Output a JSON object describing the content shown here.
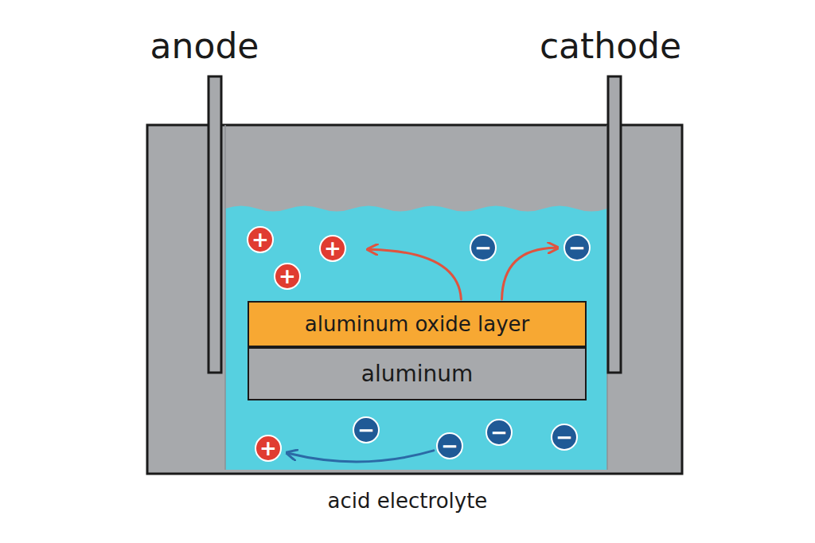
{
  "diagram": {
    "nodes": [
      {
        "text": [
          "+"
        ]
      },
      {
        "text": [
          "+"
        ]
      },
      {
        "text": [
          "+"
        ]
      },
      {
        "text": [
          "−"
        ]
      },
      {
        "text": [
          "−"
        ]
      },
      {
        "text": [
          "aluminum oxide layer"
        ]
      },
      {
        "text": [
          "aluminum"
        ]
      },
      {
        "text": [
          "−"
        ]
      },
      {
        "text": [
          "+"
        ]
      },
      {
        "text": [
          "−"
        ]
      },
      {
        "text": [
          "−"
        ]
      },
      {
        "text": [
          "−"
        ]
      }
    ],
    "edges": [
      {
        "from": 5,
        "to": 1,
        "arrow": "to"
      },
      {
        "from": 5,
        "to": 4,
        "arrow": "to"
      },
      {
        "from": 9,
        "to": 8,
        "arrow": "to"
      }
    ],
    "labels": [
      "anode",
      "cathode",
      "acid electrolyte"
    ]
  }
}
